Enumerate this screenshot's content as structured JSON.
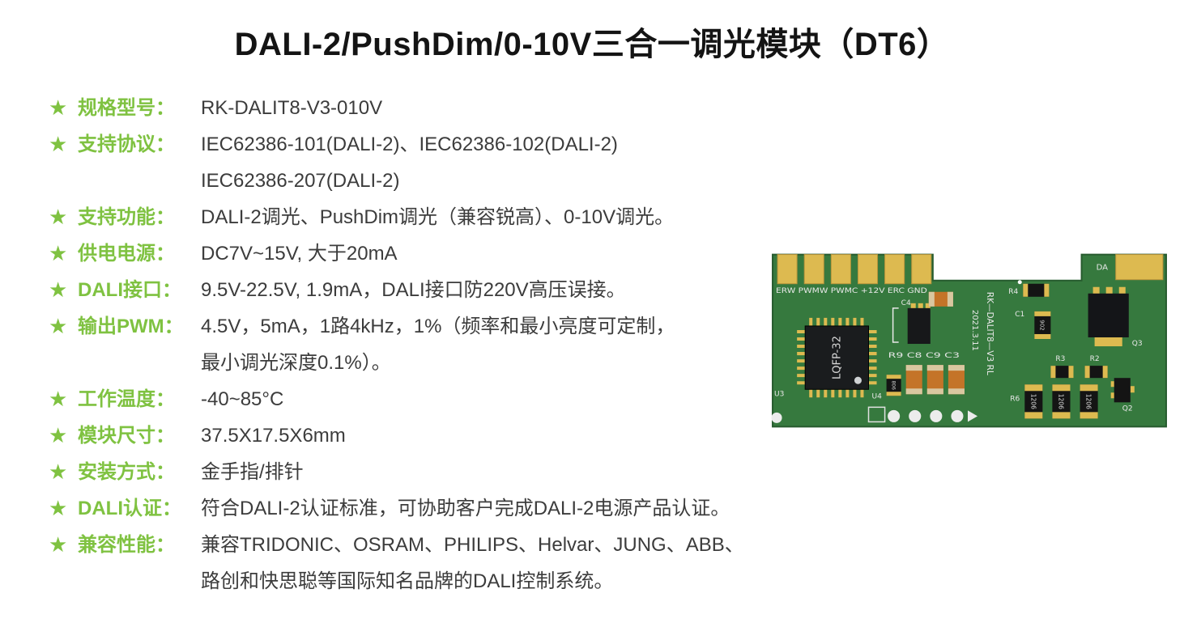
{
  "page": {
    "title": "DALI-2/PushDim/0-10V三合一调光模块（DT6）"
  },
  "icons": {
    "star": "★"
  },
  "colors": {
    "accent_green": "#7FC241",
    "pcb_green": "#36793E",
    "gold_pad": "#DDBA50",
    "component_orange": "#C47428"
  },
  "specs": [
    {
      "label": "规格型号：",
      "lines": [
        "RK-DALIT8-V3-010V"
      ]
    },
    {
      "label": "支持协议：",
      "lines": [
        "IEC62386-101(DALI-2)、IEC62386-102(DALI-2)",
        "IEC62386-207(DALI-2)"
      ]
    },
    {
      "label": "支持功能：",
      "lines": [
        "DALI-2调光、PushDim调光（兼容锐高）、0-10V调光。"
      ]
    },
    {
      "label": "供电电源：",
      "lines": [
        "DC7V~15V, 大于20mA"
      ]
    },
    {
      "label": "DALI接口：",
      "lines": [
        "9.5V-22.5V, 1.9mA，DALI接口防220V高压误接。"
      ]
    },
    {
      "label": "输出PWM：",
      "lines": [
        "4.5V，5mA，1路4kHz，1%（频率和最小亮度可定制，",
        "最小调光深度0.1%）。"
      ]
    },
    {
      "label": "工作温度：",
      "lines": [
        "-40~85°C"
      ]
    },
    {
      "label": "模块尺寸：",
      "lines": [
        "37.5X17.5X6mm"
      ]
    },
    {
      "label": "安装方式：",
      "lines": [
        "金手指/排针"
      ]
    },
    {
      "label": "DALI认证：",
      "lines": [
        "符合DALI-2认证标准，可协助客户完成DALI-2电源产品认证。"
      ]
    },
    {
      "label": "兼容性能：",
      "lines": [
        "兼容TRIDONIC、OSRAM、PHILIPS、Helvar、JUNG、ABB、",
        "路创和快思聪等国际知名品牌的DALI控制系统。"
      ]
    }
  ],
  "pcb": {
    "pin_row": "ERW PWMW PWMC +12V ERC GND",
    "da_label": "DA",
    "chip_label": "LQFP-32",
    "u3": "U3",
    "u4": "U4",
    "c4": "C4",
    "r9_row": "R9 C8 C9 C3",
    "small_marking": "806",
    "vertical_model": "RK—DALIT8—V3  RL",
    "vertical_date": "2021.3.11",
    "r4": "R4",
    "c1": "C1",
    "c1_marking": "902",
    "q3": "Q3",
    "r3": "R3",
    "r2": "R2",
    "r6": "R6",
    "q2": "Q2",
    "res_marking": "1206"
  }
}
